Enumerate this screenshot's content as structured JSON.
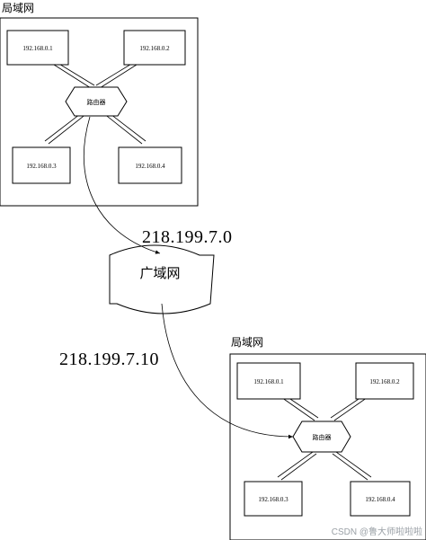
{
  "lan_top": {
    "title": "局域网",
    "router": "路由器",
    "hosts": [
      "192.168.0.1",
      "192.168.0.2",
      "192.168.0.3",
      "192.168.0.4"
    ]
  },
  "lan_bottom": {
    "title": "局域网",
    "router": "路由器",
    "hosts": [
      "192.168.0.1",
      "192.168.0.2",
      "192.168.0.3",
      "192.168.0.4"
    ]
  },
  "wan": {
    "label": "广域网"
  },
  "ip_top": "218.199.7.0",
  "ip_bottom": "218.199.7.10",
  "watermark": "CSDN @鲁大师啦啦啦"
}
